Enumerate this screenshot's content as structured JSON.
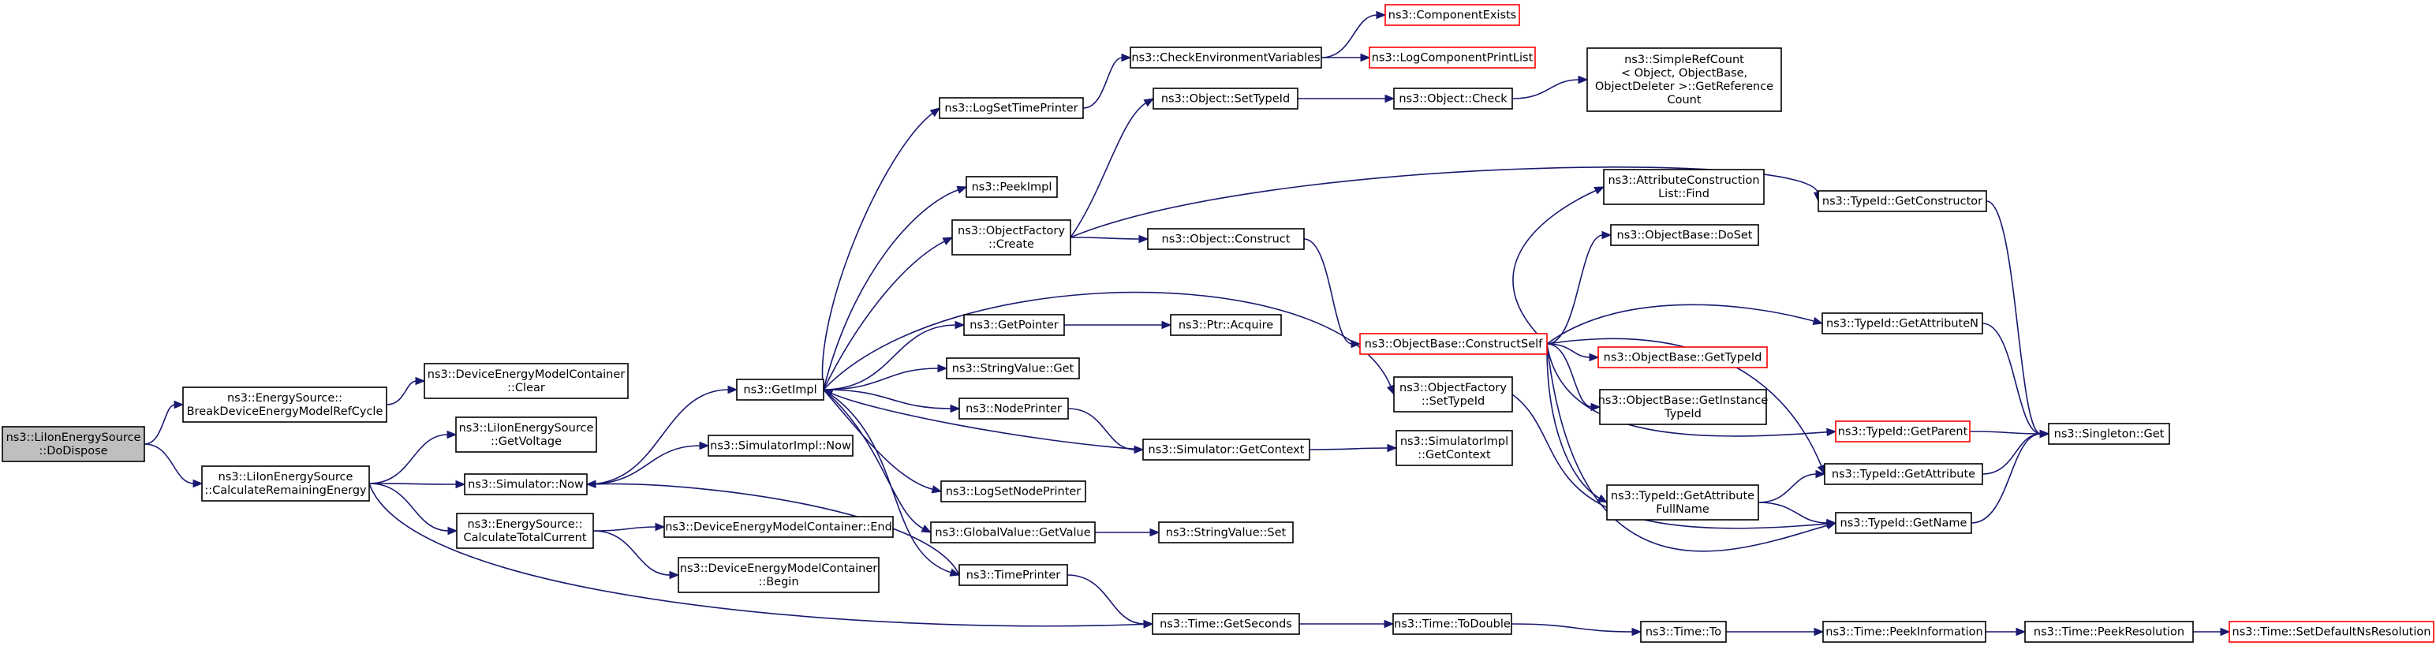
{
  "diagram": {
    "nodes": [
      {
        "id": "dispose",
        "lines": [
          "ns3::LiIonEnergySource",
          "::DoDispose"
        ],
        "current": true
      },
      {
        "id": "break",
        "lines": [
          "ns3::EnergySource::",
          "BreakDeviceEnergyModelRefCycle"
        ]
      },
      {
        "id": "calcrem",
        "lines": [
          "ns3::LiIonEnergySource",
          "::CalculateRemainingEnergy"
        ]
      },
      {
        "id": "demc_clear",
        "lines": [
          "ns3::DeviceEnergyModelContainer",
          "::Clear"
        ]
      },
      {
        "id": "getvoltage",
        "lines": [
          "ns3::LiIonEnergySource",
          "::GetVoltage"
        ]
      },
      {
        "id": "sim_now",
        "lines": [
          "ns3::Simulator::Now"
        ]
      },
      {
        "id": "calctot",
        "lines": [
          "ns3::EnergySource::",
          "CalculateTotalCurrent"
        ]
      },
      {
        "id": "getimpl",
        "lines": [
          "ns3::GetImpl"
        ]
      },
      {
        "id": "simimpl_now",
        "lines": [
          "ns3::SimulatorImpl::Now"
        ]
      },
      {
        "id": "demc_end",
        "lines": [
          "ns3::DeviceEnergyModelContainer::End"
        ]
      },
      {
        "id": "demc_begin",
        "lines": [
          "ns3::DeviceEnergyModelContainer",
          "::Begin"
        ]
      },
      {
        "id": "logsettime",
        "lines": [
          "ns3::LogSetTimePrinter"
        ]
      },
      {
        "id": "peekimpl",
        "lines": [
          "ns3::PeekImpl"
        ]
      },
      {
        "id": "of_create",
        "lines": [
          "ns3::ObjectFactory",
          "::Create"
        ]
      },
      {
        "id": "getpointer",
        "lines": [
          "ns3::GetPointer"
        ]
      },
      {
        "id": "strval_get",
        "lines": [
          "ns3::StringValue::Get"
        ]
      },
      {
        "id": "nodeprinter",
        "lines": [
          "ns3::NodePrinter"
        ]
      },
      {
        "id": "logsetnode",
        "lines": [
          "ns3::LogSetNodePrinter"
        ]
      },
      {
        "id": "gv_getvalue",
        "lines": [
          "ns3::GlobalValue::GetValue"
        ]
      },
      {
        "id": "timeprinter",
        "lines": [
          "ns3::TimePrinter"
        ]
      },
      {
        "id": "checkenv",
        "lines": [
          "ns3::CheckEnvironmentVariables"
        ]
      },
      {
        "id": "obj_settypeid",
        "lines": [
          "ns3::Object::SetTypeId"
        ]
      },
      {
        "id": "obj_construct",
        "lines": [
          "ns3::Object::Construct"
        ]
      },
      {
        "id": "ptr_acquire",
        "lines": [
          "ns3::Ptr::Acquire"
        ]
      },
      {
        "id": "sim_getcontext",
        "lines": [
          "ns3::Simulator::GetContext"
        ]
      },
      {
        "id": "strval_set",
        "lines": [
          "ns3::StringValue::Set"
        ]
      },
      {
        "id": "time_getseconds",
        "lines": [
          "ns3::Time::GetSeconds"
        ]
      },
      {
        "id": "compexists",
        "lines": [
          "ns3::ComponentExists"
        ],
        "truncated": true
      },
      {
        "id": "logcompprint",
        "lines": [
          "ns3::LogComponentPrintList"
        ],
        "truncated": true
      },
      {
        "id": "obj_check",
        "lines": [
          "ns3::Object::Check"
        ]
      },
      {
        "id": "ob_constructself",
        "lines": [
          "ns3::ObjectBase::ConstructSelf"
        ],
        "truncated": true
      },
      {
        "id": "of_settypeid",
        "lines": [
          "ns3::ObjectFactory",
          "::SetTypeId"
        ]
      },
      {
        "id": "simimpl_getcontext",
        "lines": [
          "ns3::SimulatorImpl",
          "::GetContext"
        ]
      },
      {
        "id": "time_todouble",
        "lines": [
          "ns3::Time::ToDouble"
        ]
      },
      {
        "id": "simplerefcount",
        "lines": [
          "ns3::SimpleRefCount",
          "< Object, ObjectBase,",
          " ObjectDeleter >::GetReference",
          "Count"
        ]
      },
      {
        "id": "attrconst_find",
        "lines": [
          "ns3::AttributeConstruction",
          "List::Find"
        ]
      },
      {
        "id": "ob_doset",
        "lines": [
          "ns3::ObjectBase::DoSet"
        ]
      },
      {
        "id": "ob_gettypeid",
        "lines": [
          "ns3::ObjectBase::GetTypeId"
        ],
        "truncated": true
      },
      {
        "id": "ob_getinstance",
        "lines": [
          "ns3::ObjectBase::GetInstance",
          "TypeId"
        ]
      },
      {
        "id": "tid_getattrfull",
        "lines": [
          "ns3::TypeId::GetAttribute",
          "FullName"
        ]
      },
      {
        "id": "time_to",
        "lines": [
          "ns3::Time::To"
        ]
      },
      {
        "id": "tid_getconstructor",
        "lines": [
          "ns3::TypeId::GetConstructor"
        ]
      },
      {
        "id": "tid_getattrn",
        "lines": [
          "ns3::TypeId::GetAttributeN"
        ]
      },
      {
        "id": "tid_getparent",
        "lines": [
          "ns3::TypeId::GetParent"
        ],
        "truncated": true
      },
      {
        "id": "tid_getattribute",
        "lines": [
          "ns3::TypeId::GetAttribute"
        ]
      },
      {
        "id": "tid_getname",
        "lines": [
          "ns3::TypeId::GetName"
        ]
      },
      {
        "id": "time_peekinfo",
        "lines": [
          "ns3::Time::PeekInformation"
        ]
      },
      {
        "id": "singleton_get",
        "lines": [
          "ns3::Singleton::Get"
        ]
      },
      {
        "id": "time_peekres",
        "lines": [
          "ns3::Time::PeekResolution"
        ]
      },
      {
        "id": "time_setdefaultns",
        "lines": [
          "ns3::Time::SetDefaultNsResolution"
        ],
        "truncated": true
      }
    ],
    "edges": [
      [
        "dispose",
        "break"
      ],
      [
        "dispose",
        "calcrem"
      ],
      [
        "break",
        "demc_clear"
      ],
      [
        "calcrem",
        "getvoltage"
      ],
      [
        "calcrem",
        "sim_now"
      ],
      [
        "calcrem",
        "calctot"
      ],
      [
        "calcrem",
        "time_getseconds"
      ],
      [
        "sim_now",
        "getimpl"
      ],
      [
        "sim_now",
        "simimpl_now"
      ],
      [
        "calctot",
        "demc_end"
      ],
      [
        "calctot",
        "demc_begin"
      ],
      [
        "getimpl",
        "logsettime"
      ],
      [
        "getimpl",
        "peekimpl"
      ],
      [
        "getimpl",
        "of_create"
      ],
      [
        "getimpl",
        "getpointer"
      ],
      [
        "getimpl",
        "strval_get"
      ],
      [
        "getimpl",
        "nodeprinter"
      ],
      [
        "getimpl",
        "logsetnode"
      ],
      [
        "getimpl",
        "gv_getvalue"
      ],
      [
        "getimpl",
        "timeprinter"
      ],
      [
        "getimpl",
        "of_settypeid"
      ],
      [
        "logsettime",
        "checkenv"
      ],
      [
        "checkenv",
        "compexists"
      ],
      [
        "checkenv",
        "logcompprint"
      ],
      [
        "of_create",
        "obj_settypeid"
      ],
      [
        "of_create",
        "obj_construct"
      ],
      [
        "of_create",
        "tid_getconstructor"
      ],
      [
        "obj_settypeid",
        "obj_check"
      ],
      [
        "obj_check",
        "simplerefcount"
      ],
      [
        "obj_construct",
        "ob_constructself"
      ],
      [
        "getpointer",
        "ptr_acquire"
      ],
      [
        "nodeprinter",
        "sim_getcontext"
      ],
      [
        "sim_getcontext",
        "getimpl"
      ],
      [
        "sim_getcontext",
        "simimpl_getcontext"
      ],
      [
        "gv_getvalue",
        "strval_set"
      ],
      [
        "timeprinter",
        "sim_now"
      ],
      [
        "timeprinter",
        "time_getseconds"
      ],
      [
        "time_getseconds",
        "time_todouble"
      ],
      [
        "time_todouble",
        "time_to"
      ],
      [
        "time_to",
        "time_peekinfo"
      ],
      [
        "time_peekinfo",
        "time_peekres"
      ],
      [
        "time_peekres",
        "time_setdefaultns"
      ],
      [
        "ob_constructself",
        "attrconst_find"
      ],
      [
        "ob_constructself",
        "ob_doset"
      ],
      [
        "ob_constructself",
        "ob_gettypeid"
      ],
      [
        "ob_constructself",
        "ob_getinstance"
      ],
      [
        "ob_constructself",
        "tid_getattrfull"
      ],
      [
        "ob_constructself",
        "tid_getattrn"
      ],
      [
        "ob_constructself",
        "tid_getparent"
      ],
      [
        "ob_constructself",
        "tid_getattribute"
      ],
      [
        "ob_constructself",
        "tid_getname"
      ],
      [
        "of_settypeid",
        "tid_getname"
      ],
      [
        "tid_getattrfull",
        "tid_getattribute"
      ],
      [
        "tid_getattrfull",
        "tid_getname"
      ],
      [
        "tid_getconstructor",
        "singleton_get"
      ],
      [
        "tid_getattrn",
        "singleton_get"
      ],
      [
        "tid_getparent",
        "singleton_get"
      ],
      [
        "tid_getattribute",
        "singleton_get"
      ],
      [
        "tid_getname",
        "singleton_get"
      ]
    ]
  }
}
